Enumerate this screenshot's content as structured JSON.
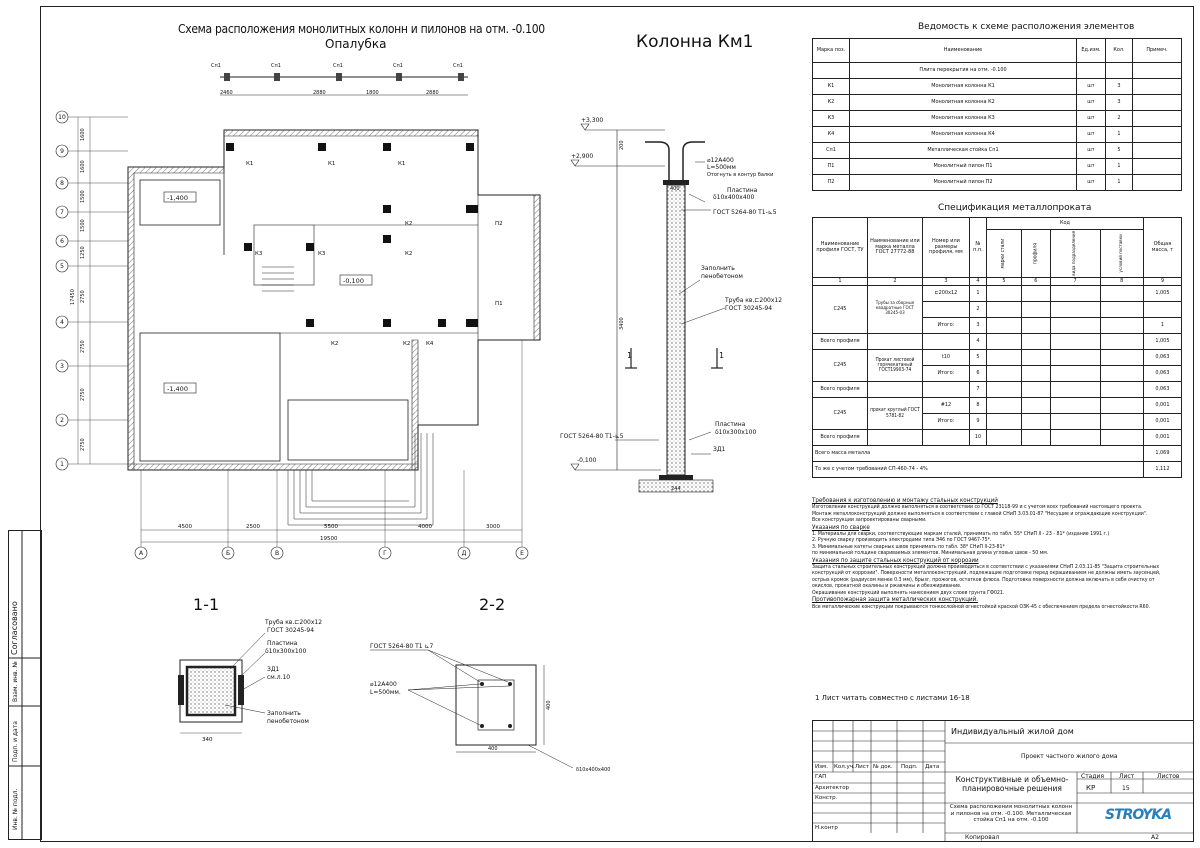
{
  "plan": {
    "title": "Схема расположения монолитных колонн и пилонов на отм. -0.100",
    "subtitle": "Опалубка",
    "top_labels": [
      "Сп1",
      "Сп1",
      "Сп1",
      "Сп1",
      "Сп1"
    ],
    "top_dims": [
      "2460",
      "2880",
      "1800",
      "2880"
    ],
    "row_axes": [
      "10",
      "9",
      "8",
      "7",
      "6",
      "5",
      "4",
      "3",
      "2",
      "1"
    ],
    "row_dims": [
      "1600",
      "1600",
      "1500",
      "1500",
      "1250",
      "2750",
      "2750",
      "2750",
      "2750"
    ],
    "total_height": "17450",
    "col_axes": [
      "А",
      "Б",
      "В",
      "Г",
      "Д",
      "Е"
    ],
    "col_dims": [
      "4500",
      "2500",
      "5500",
      "4000",
      "3000"
    ],
    "total_width": "19500",
    "levels": [
      "-1,400",
      "-0,100",
      "-1,400"
    ],
    "element_labels": [
      "К1",
      "К1",
      "К1",
      "К2",
      "К2",
      "К3",
      "К3",
      "К2",
      "К2",
      "К4",
      "П2",
      "П1"
    ]
  },
  "column": {
    "title": "Колонна Км1",
    "marks": [
      "+3,300",
      "+2,900",
      "-0,100"
    ],
    "rebar": "⌀12А400",
    "rebar_len": "L=500мм",
    "rebar_note": "Отогнуть в контур балки",
    "plate_top_label": "Пластина",
    "plate_top_size": "δ10х400х400",
    "gost_top": "ГОСТ 5264-80 Т1-⊾5",
    "fill_label": "Заполнить",
    "fill_label2": "пенобетоном",
    "pipe_label": "Труба кв.⊏200х12",
    "pipe_gost": "ГОСТ 30245-94",
    "gost_bottom": "ГОСТ 5264-80 Т1-⊾5",
    "plate_bottom_label": "Пластина",
    "plate_bottom_size": "δ10х300х100",
    "weld": "ЗД1",
    "dim_height": "3400",
    "dim_base": "244",
    "dim_top": "200",
    "dim_top2": "400",
    "section_mark": "1"
  },
  "section1": {
    "title": "1-1",
    "pipe_label": "Труба кв.⊏200х12",
    "pipe_gost": "ГОСТ 30245-94",
    "plate_label": "Пластина",
    "plate_size": "δ10х300х100",
    "weld": "ЗД1",
    "weld_note": "см.л.10",
    "fill_label": "Заполнить",
    "fill_label2": "пенобетоном",
    "dim": "340"
  },
  "section2": {
    "title": "2-2",
    "gost": "ГОСТ 5264-80 Т1 ⊾7",
    "rebar": "⌀12А400",
    "rebar_len": "L=500мм.",
    "dim_w": "400",
    "dim_h": "400",
    "plate": "δ10х400х400"
  },
  "vedomost": {
    "title": "Ведомость к схеме расположения элементов",
    "headers": [
      "Марка поз.",
      "Наименование",
      "Ед.изм.",
      "Кол.",
      "Примеч."
    ],
    "subheader": "Плита перекрытия на отм. -0.100",
    "rows": [
      [
        "К1",
        "Монолитная колонна К1",
        "шт",
        "3",
        ""
      ],
      [
        "К2",
        "Монолитная колонна К2",
        "шт",
        "3",
        ""
      ],
      [
        "К3",
        "Монолитная колонна К3",
        "шт",
        "2",
        ""
      ],
      [
        "К4",
        "Монолитная колонна К4",
        "шт",
        "1",
        ""
      ],
      [
        "Сп1",
        "Металлическая стойка Сп1",
        "шт",
        "5",
        ""
      ],
      [
        "П1",
        "Монолитный пилон П1",
        "шт",
        "1",
        ""
      ],
      [
        "П2",
        "Монолитный пилон П2",
        "шт",
        "1",
        ""
      ]
    ]
  },
  "spec": {
    "title": "Спецификация металлопроката",
    "h_profile": "Наименование профиля ГОСТ, ТУ",
    "h_name": "Наименование или марка металла ГОСТ 27772-88",
    "h_num": "Номер или размеры профиля, мм",
    "h_np": "№ п.п.",
    "h_code": "Код",
    "h_sub": [
      "марки стали",
      "профиля",
      "вида подразделения",
      "условий поставки"
    ],
    "h_mass": "Общая масса, т",
    "nums": [
      "1",
      "2",
      "3",
      "4",
      "5",
      "6",
      "7",
      "8",
      "9"
    ],
    "rows": [
      {
        "a": "С245",
        "b": "Трубы за сборные квадратные ГОСТ 30245-03",
        "c": "⊏200х12",
        "n": "1",
        "m": "1,005"
      },
      {
        "a": "",
        "b": "",
        "c": "",
        "n": "2",
        "m": ""
      },
      {
        "a": "",
        "b": "",
        "c": "Итого:",
        "n": "3",
        "m": "1"
      },
      {
        "a": "Всего профиля",
        "b": "",
        "c": "",
        "n": "4",
        "m": "1,005"
      },
      {
        "a": "С245",
        "b": "Прокат листовой горячекатаный ГОСТ19903-74",
        "c": "t10",
        "n": "5",
        "m": "0,063"
      },
      {
        "a": "",
        "b": "",
        "c": "Итого:",
        "n": "6",
        "m": "0,063"
      },
      {
        "a": "Всего профиля",
        "b": "",
        "c": "",
        "n": "7",
        "m": "0,063"
      },
      {
        "a": "С245",
        "b": "прокат круглый ГОСТ 5781-82",
        "c": "#12",
        "n": "8",
        "m": "0,001"
      },
      {
        "a": "",
        "b": "",
        "c": "Итого:",
        "n": "9",
        "m": "0,001"
      },
      {
        "a": "Всего профиля",
        "b": "",
        "c": "",
        "n": "10",
        "m": "0,001"
      }
    ],
    "total1_label": "Всего масса металла",
    "total1": "1,069",
    "total2_label": "То же с учетом требований СП-460-74 - 4%",
    "total2": "1,112"
  },
  "notes": {
    "h1": "Требования к изготовлению и монтажу стальных конструкций",
    "p1": [
      "Изготовление конструкций должно выполняться в соответствии со ГОСТ 23118-99 и с учетом всех требований настоящего проекта.",
      "Монтаж металлоконструкций должно выполняться в соответствии с главой СНиП 3.03.01-87 \"Несущие и ограждающие конструкции\".",
      "Все конструкции запроектированы сварными."
    ],
    "h2": "Указания по сварке",
    "p2": [
      "1. Материалы для сварки, соответствующие маркам сталей, принимать по табл. 55* СНиП II - 23 - 81* (издание 1991 г.)",
      "2. Ручную сварку производить электродами типа Э46 по ГОСТ 9467-75*.",
      "3. Минимальные катеты сварных швов принимать по табл. 38* СНиП II-23-81*",
      "по минимальной толщине свариваемых элементов. Минимальная длина угловых швов - 50 мм."
    ],
    "h3": "Указания по защите стальных конструкций от коррозии",
    "p3": [
      " Защита стальных строительных конструкций должна производиться в соответствии с указаниями СНиП 2.03.11-85 \"Защита строительных",
      "конструкций от коррозии\". Поверхности металлоконструкций, подлежащие подготовке перед окрашиванием не должны иметь заусенцей,",
      "острых кромок (радиусом менее 0.3 мм), брызг, прожогов, остатков флюса. Подготовка поверхности должна включать в себя очистку от",
      "окислов, прокатной окалины и ржавчины и обезжиривание.",
      "Окрашивание конструкций выполнять нанесением двух слоев грунта ГФ021."
    ],
    "h4": "Противопожарная защита металлических конструкций.",
    "p4": [
      "Все металлические конструкции покрываются тонкослойной огнестойкой краской ОЗК-45 с обеспечением предела огнестойкости R60."
    ],
    "sheet_note": "1 Лист читать совместно с листами 16-18"
  },
  "stamp": {
    "project": "Индивидуальный жилой дом",
    "sub": "Проект частного жилого дома",
    "section": "Конструктивные и объемно-планировочные решения",
    "sheet_title": "Схема расположения монолитных колонн и пилонов на отм. -0.100. Металлическая стойка Сп1 на отм. -0.100",
    "cols": [
      "Изм.",
      "Кол.уч.",
      "Лист",
      "№ док.",
      "Подп.",
      "Дата"
    ],
    "roles": [
      "ГАП",
      "Архитектор",
      "Констр.",
      "",
      "",
      "Н.контр"
    ],
    "stage_h": "Стадия",
    "sheet_h": "Лист",
    "sheets_h": "Листов",
    "stage": "КР",
    "sheet": "15",
    "sheets": "",
    "logo": "STROYKA",
    "copied": "Копировал",
    "format": "A2"
  },
  "side": {
    "labels": [
      "Согласовано",
      "Взам. инв. №",
      "Подп. и дата",
      "Инв. № подл."
    ]
  }
}
